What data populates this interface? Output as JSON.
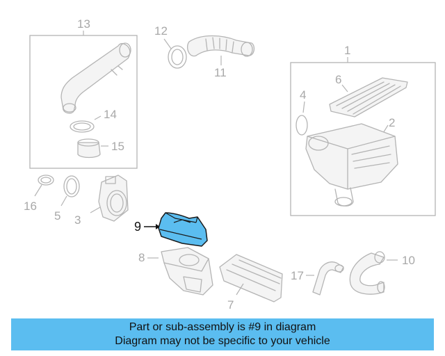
{
  "callouts": {
    "c1": "1",
    "c2": "2",
    "c3": "3",
    "c4": "4",
    "c5": "5",
    "c6": "6",
    "c7": "7",
    "c8": "8",
    "c9": "9",
    "c10": "10",
    "c11": "11",
    "c12": "12",
    "c13": "13",
    "c14": "14",
    "c15": "15",
    "c16": "16",
    "c17": "17"
  },
  "highlight": {
    "color": "#5bbdf0"
  },
  "banner": {
    "line1": "Part or sub-assembly is #9 in diagram",
    "line2": "Diagram may not be specific to your vehicle",
    "color": "#5bbdf0"
  }
}
